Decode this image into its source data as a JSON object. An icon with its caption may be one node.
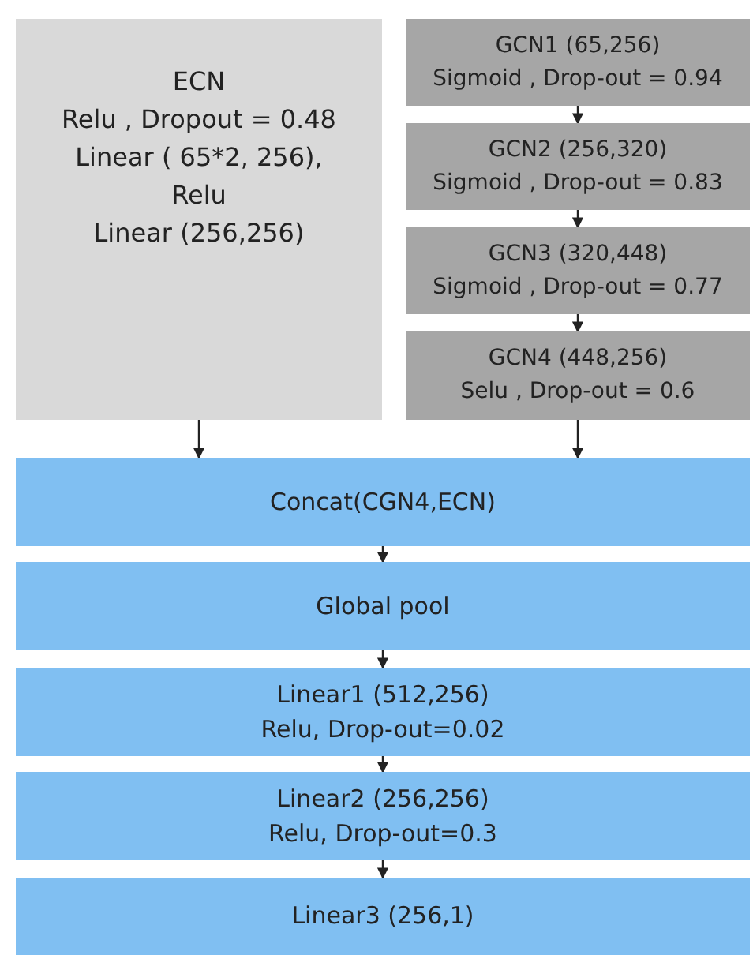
{
  "diagram": {
    "nodes": [
      {
        "text": [
          "ECN",
          "Relu , Dropout = 0.48",
          "Linear ( 65*2, 256),",
          "Relu",
          "Linear (256,256)"
        ]
      },
      {
        "text": [
          "GCN1 (65,256)",
          "Sigmoid , Drop-out = 0.94"
        ]
      },
      {
        "text": [
          "GCN2 (256,320)",
          "Sigmoid , Drop-out = 0.83"
        ]
      },
      {
        "text": [
          "GCN3 (320,448)",
          "Sigmoid , Drop-out = 0.77"
        ]
      },
      {
        "text": [
          "GCN4 (448,256)",
          "Selu , Drop-out = 0.6"
        ]
      },
      {
        "text": [
          "Concat(CGN4,ECN)"
        ]
      },
      {
        "text": [
          "Global pool"
        ]
      },
      {
        "text": [
          "Linear1 (512,256)",
          "Relu, Drop-out=0.02"
        ]
      },
      {
        "text": [
          "Linear2 (256,256)",
          "Relu, Drop-out=0.3"
        ]
      },
      {
        "text": [
          "Linear3 (256,1)"
        ]
      }
    ],
    "edges": [
      {
        "from": 1,
        "to": 2,
        "arrow": "to"
      },
      {
        "from": 2,
        "to": 3,
        "arrow": "to"
      },
      {
        "from": 3,
        "to": 4,
        "arrow": "to"
      },
      {
        "from": 0,
        "to": 5,
        "arrow": "to"
      },
      {
        "from": 4,
        "to": 5,
        "arrow": "to"
      },
      {
        "from": 5,
        "to": 6,
        "arrow": "to"
      },
      {
        "from": 6,
        "to": 7,
        "arrow": "to"
      },
      {
        "from": 7,
        "to": 8,
        "arrow": "to"
      },
      {
        "from": 8,
        "to": 9,
        "arrow": "to"
      }
    ]
  }
}
